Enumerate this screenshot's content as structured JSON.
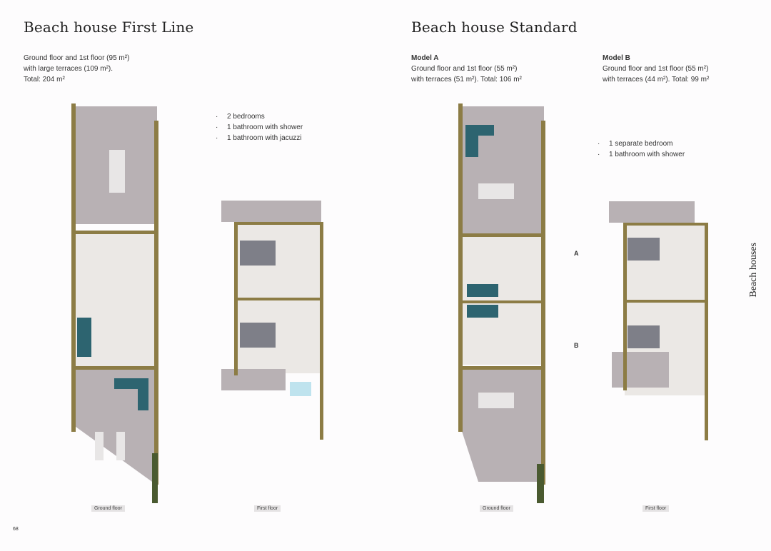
{
  "left": {
    "title": "Beach house First Line",
    "description": [
      "Ground floor and 1st floor (95 m²)",
      "with large terraces (109 m²).",
      "Total: 204 m²"
    ],
    "features": [
      "2 bedrooms",
      "1 bathroom with shower",
      "1 bathroom with jacuzzi"
    ],
    "captions": {
      "ground": "Ground floor",
      "first": "First floor"
    }
  },
  "right": {
    "title": "Beach house Standard",
    "model_a": {
      "label": "Model A",
      "description": [
        "Ground floor and 1st floor (55 m²)",
        "with terraces (51 m²). Total: 106 m²"
      ]
    },
    "model_b": {
      "label": "Model B",
      "description": [
        "Ground floor and 1st floor (55 m²)",
        "with terraces (44 m²). Total: 99 m²"
      ]
    },
    "features": [
      "1 separate bedroom",
      "1 bathroom with shower"
    ],
    "markers": {
      "a": "A",
      "b": "B"
    },
    "captions": {
      "ground": "Ground floor",
      "first": "First floor"
    }
  },
  "side_label": "Beach houses",
  "page_number": "68",
  "colors": {
    "wall": "#8c7c45",
    "terrace": "#b8b1b4",
    "interior": "#ebe8e5",
    "teal": "#2d6470",
    "grass": "#4a5a30"
  }
}
